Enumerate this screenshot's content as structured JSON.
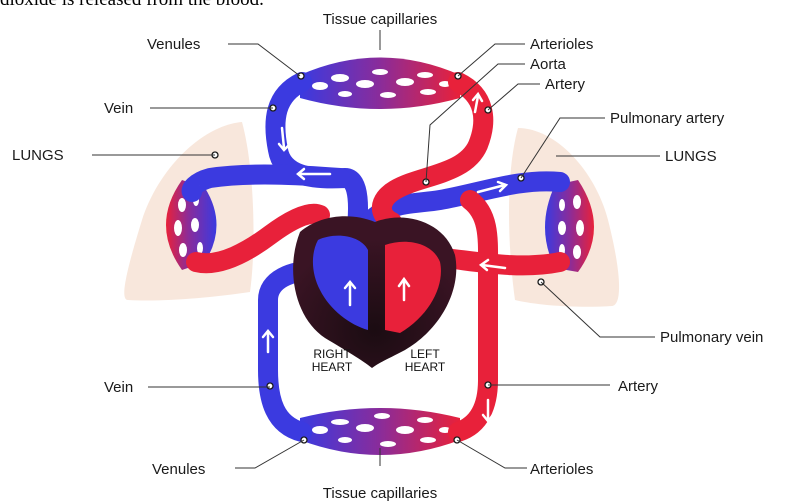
{
  "caption": "dioxide is released from the blood.",
  "labels": {
    "tissue_capillaries_top": "Tissue capillaries",
    "tissue_capillaries_bottom": "Tissue capillaries",
    "venules_top": "Venules",
    "venules_bottom": "Venules",
    "arterioles_top": "Arterioles",
    "arterioles_bottom": "Arterioles",
    "aorta": "Aorta",
    "artery_top": "Artery",
    "artery_bottom": "Artery",
    "vein_top": "Vein",
    "vein_bottom": "Vein",
    "lungs_left": "LUNGS",
    "lungs_right": "LUNGS",
    "pulmonary_artery": "Pulmonary artery",
    "pulmonary_vein": "Pulmonary vein",
    "right_heart_line1": "RIGHT",
    "right_heart_line2": "HEART",
    "left_heart_line1": "LEFT",
    "left_heart_line2": "HEART"
  },
  "colors": {
    "oxygenated": "#e8213a",
    "deoxygenated": "#3b3ae0",
    "capillary": "#8a2c9a",
    "lung": "#f7e3d6",
    "heart_dark": "#2a0f1a"
  }
}
